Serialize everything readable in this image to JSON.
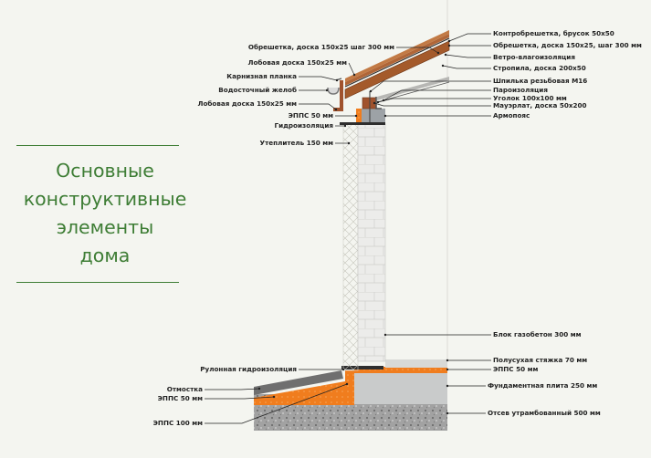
{
  "title_lines": [
    "Основные",
    "конструктивные",
    "элементы",
    "дома"
  ],
  "labels": {
    "left": [
      "Обрешетка, доска 150х25 шаг 300 мм",
      "Лобовая доска 150х25 мм",
      "Карнизная планка",
      "Водосточный желоб",
      "Лобовая доска 150х25 мм",
      "ЭППС 50 мм",
      "Гидроизоляция",
      "Утеплитель 150 мм",
      "Рулонная гидроизоляция",
      "Отмостка",
      "ЭППС 50 мм",
      "ЭППС 100 мм"
    ],
    "right": [
      "Контробрешетка, брусок 50х50",
      "Обрешетка, доска 150х25, шаг 300 мм",
      "Ветро-влагоизоляция",
      "Стропила, доска 200х50",
      "Шпилька резьбовая М16",
      "Пароизоляция",
      "Уголок 100х100 мм",
      "Мауэрлат, доска 50х200",
      "Армопояс",
      "Блок газобетон 300 мм",
      "Полусухая стяжка 70 мм",
      "ЭППС 50 мм",
      "Фундаментная плита 250 мм",
      "Отсев утрамбованный 500 мм"
    ]
  },
  "colors": {
    "title_green": "#3e7d35",
    "background": "#f4f5f0",
    "wood": "#a0522d",
    "insulation_orange": "#f07d1e",
    "concrete_gray": "#c9cbcb",
    "gravel": "#9a9a9a",
    "membrane": "#2e2e2e"
  }
}
